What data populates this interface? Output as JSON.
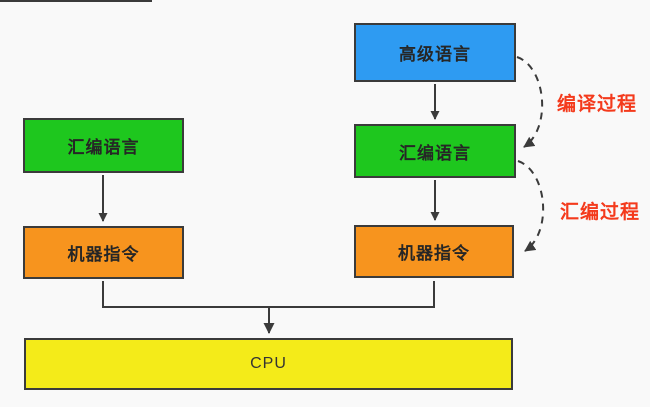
{
  "diagram": {
    "nodes": {
      "high_level": {
        "label": "高级语言"
      },
      "assembly_left": {
        "label": "汇编语言"
      },
      "assembly_right": {
        "label": "汇编语言"
      },
      "machine_left": {
        "label": "机器指令"
      },
      "machine_right": {
        "label": "机器指令"
      },
      "cpu": {
        "label": "CPU"
      }
    },
    "annotations": {
      "compile_process": "编译过程",
      "assemble_process": "汇编过程"
    },
    "colors": {
      "high_level_fill": "#2e9bf2",
      "assembly_fill": "#1ec71e",
      "machine_fill": "#f7941e",
      "cpu_fill": "#f4eb19",
      "line": "#3b3b3b",
      "annotation_red": "#f43a1c",
      "background": "#f9f9f9"
    }
  }
}
